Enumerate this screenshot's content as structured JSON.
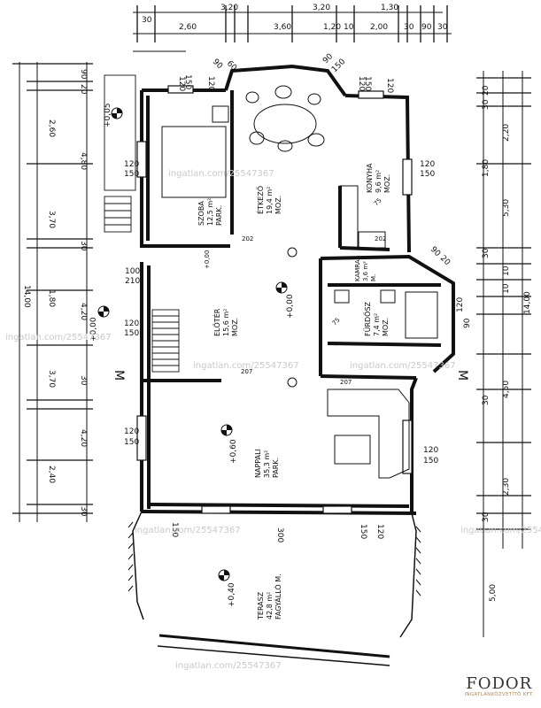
{
  "dims": {
    "top": [
      "3,20",
      "3,20",
      "1,30",
      "30",
      "2,60",
      "3,60",
      "1,20",
      "10",
      "2,00",
      "30",
      "90",
      "30"
    ],
    "left": [
      "90",
      "20",
      "2,60",
      "4,80",
      "3,70",
      "30",
      "1,80",
      "4,20",
      "3,70",
      "30",
      "4,20",
      "2,40",
      "30",
      "14,00"
    ],
    "right": [
      "20",
      "30",
      "2,20",
      "1,80",
      "5,30",
      "30",
      "10",
      "10",
      "4,50",
      "30",
      "2,30",
      "30",
      "5,00",
      "14,00"
    ],
    "walls": [
      "120",
      "150",
      "120",
      "120",
      "150",
      "120",
      "120",
      "150",
      "120",
      "150",
      "100",
      "210",
      "120",
      "150",
      "120",
      "150",
      "120",
      "150",
      "120",
      "90",
      "150",
      "300",
      "150",
      "120",
      "90",
      "60",
      "90",
      "150",
      "90",
      "20",
      "202",
      "202",
      "207",
      "207",
      "75",
      "75"
    ]
  },
  "rooms": [
    {
      "name": "SZOBA",
      "area": "12,5 m²",
      "floor": "PARK."
    },
    {
      "name": "ÉTKEZŐ",
      "area": "19,4 m²",
      "floor": "MOZ."
    },
    {
      "name": "KONYHA",
      "area": "9,6 m²",
      "floor": "MOZ."
    },
    {
      "name": "KAMRA",
      "area": "3,6 m²",
      "floor": "M."
    },
    {
      "name": "ELŐTÉR",
      "area": "15,6 m²",
      "floor": "MOZ."
    },
    {
      "name": "FÜRDŐSZ",
      "area": "7,4 m²",
      "floor": "MOZ."
    },
    {
      "name": "NAPPALI",
      "area": "35,3 m²",
      "floor": "PARK."
    },
    {
      "name": "TERASZ",
      "area": "42,8 m²",
      "floor": "FAGYÁLLÓ M."
    }
  ],
  "levels": [
    "+0,05",
    "+0,00",
    "+0,00",
    "+0,00",
    "+0,60",
    "+0,40"
  ],
  "section_marks": [
    "M",
    "M"
  ],
  "watermarks": [
    "ingatlan.com/25547367",
    "ingatlan.com/25547367",
    "ingatlan.com/25547367",
    "ingatlan.com/25547367",
    "ingatlan.com/25547367",
    "ingatlan.com/25547367",
    "ingatlan.com/25547367"
  ],
  "brand": {
    "name": "FODOR",
    "subtitle": "INGATLANKÖZVETÍTŐ KFT."
  },
  "colors": {
    "line": "#111111",
    "watermark": "#c9c9c9",
    "brand_sub": "#c0864a"
  }
}
